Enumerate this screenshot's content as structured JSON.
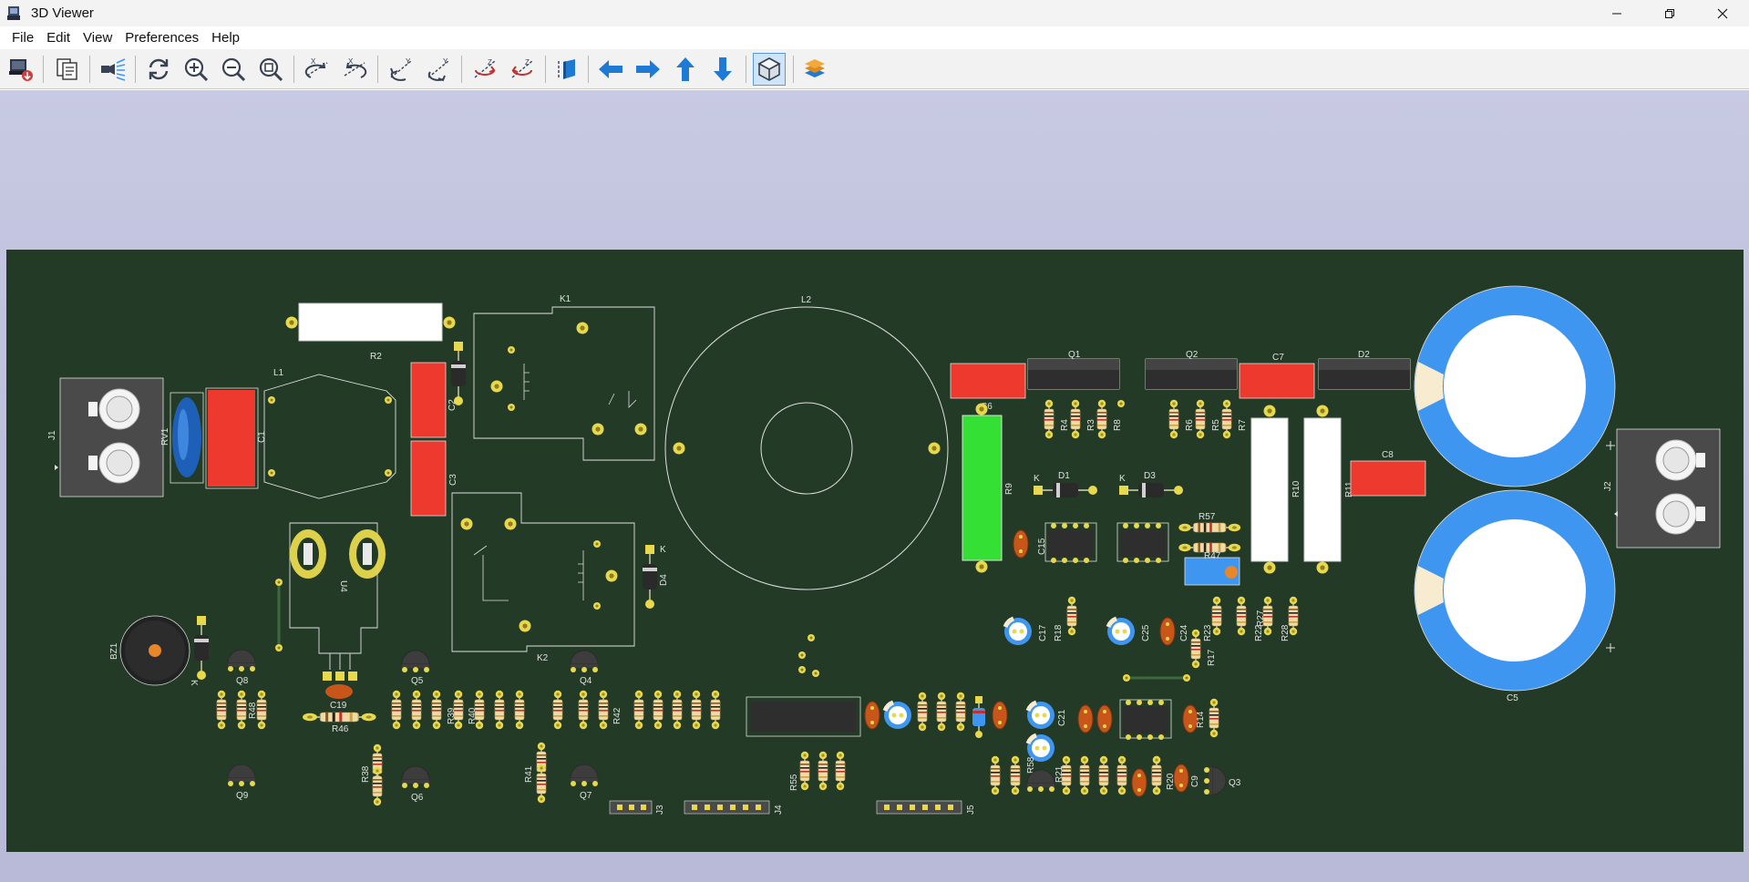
{
  "window": {
    "title": "3D Viewer",
    "icon": "kicad-3d-viewer-icon",
    "controls": [
      "minimize-icon",
      "maximize-icon",
      "close-icon"
    ]
  },
  "menu": {
    "file": "File",
    "edit": "Edit",
    "view": "View",
    "preferences": "Preferences",
    "help": "Help"
  },
  "toolbar": {
    "buttons": [
      "render-export-icon",
      "copy-3d-image-icon",
      "raytrace-icon",
      "reload-icon",
      "zoom-in-icon",
      "zoom-out-icon",
      "zoom-fit-icon",
      "rotate-x-cw-icon",
      "rotate-x-ccw-icon",
      "rotate-y-cw-icon",
      "rotate-y-ccw-icon",
      "rotate-z-cw-icon",
      "rotate-z-ccw-icon",
      "flip-board-icon",
      "move-left-icon",
      "move-right-icon",
      "move-up-icon",
      "move-down-icon",
      "orthographic-icon",
      "layers-manager-icon"
    ],
    "active": "orthographic-icon"
  },
  "colors": {
    "board": "#233a26",
    "pad": "#e8d84c",
    "silkscreen": "#e0e0e0",
    "resistor_body": "#f0dba4",
    "red_part": "#ee3a2e",
    "blue_cap": "#3f96f0",
    "arrow_blue": "#1e7ad4"
  },
  "board": {
    "labels": {
      "J1": "J1",
      "RV1": "RV1",
      "C1": "C1",
      "L1": "L1",
      "R2": "R2",
      "C2": "C2",
      "C3": "C3",
      "K1": "K1",
      "K2": "K2",
      "L2": "L2",
      "D4": "D4",
      "K_D4": "K",
      "U4": "U4",
      "Q1": "Q1",
      "Q2": "Q2",
      "C7": "C7",
      "D2": "D2",
      "C6": "C6",
      "R9": "R9",
      "R4": "R4",
      "R3": "R3",
      "R8": "R8",
      "R6": "R6",
      "R5": "R5",
      "R7": "R7",
      "R10": "R10",
      "R11": "R11",
      "C8": "C8",
      "J2": "J2",
      "C5": "C5",
      "D1": "D1",
      "D3": "D3",
      "K_D1": "K",
      "K_D3": "K",
      "R57": "R57",
      "R47": "R47",
      "C15": "C15",
      "C17": "C17",
      "R18": "R18",
      "C25": "C25",
      "C24": "C24",
      "R23": "R23",
      "R22": "R22",
      "R27": "R27",
      "R28": "R28",
      "R17": "R17",
      "BZ1": "BZ1",
      "K_BZ": "K",
      "Q8": "Q8",
      "Q9": "Q9",
      "R48": "R48",
      "Q5": "Q5",
      "Q6": "Q6",
      "C19": "C19",
      "R46": "R46",
      "R38": "R38",
      "R39": "R39",
      "R40": "R40",
      "Q4": "Q4",
      "Q7": "Q7",
      "R41": "R41",
      "R42": "R42",
      "J3": "J3",
      "J4": "J4",
      "J5": "J5",
      "R55": "R55",
      "C21": "C21",
      "R58": "R58",
      "R20": "R20",
      "C9": "C9",
      "Q3": "Q3",
      "R21": "R21",
      "R14": "R14"
    }
  }
}
